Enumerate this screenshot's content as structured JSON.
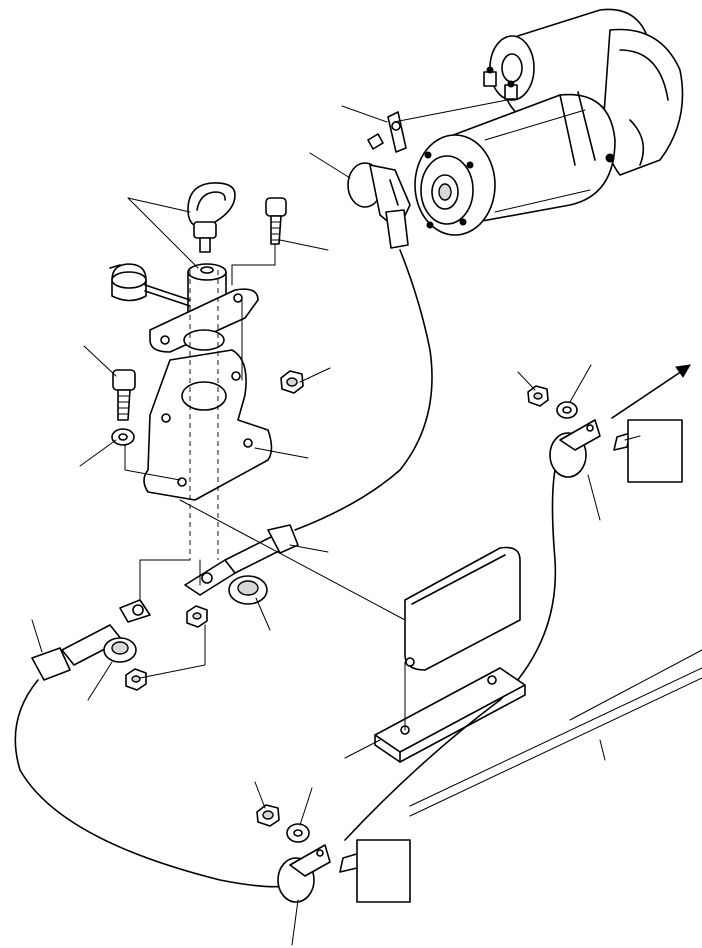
{
  "figure": {
    "kind": "exploded-parts-diagram",
    "background": "#ffffff",
    "line_color": "#000000",
    "printed_text": []
  },
  "parts": [
    {
      "name": "starter-motor"
    },
    {
      "name": "starter-terminal-bracket"
    },
    {
      "name": "terminal-boot"
    },
    {
      "name": "key"
    },
    {
      "name": "key-switch"
    },
    {
      "name": "dust-cap"
    },
    {
      "name": "switch-mounting-plate"
    },
    {
      "name": "mounting-bolt"
    },
    {
      "name": "mounting-bracket"
    },
    {
      "name": "nut"
    },
    {
      "name": "washer"
    },
    {
      "name": "cable-end-connector"
    },
    {
      "name": "battery-cable"
    },
    {
      "name": "cable-clamp"
    },
    {
      "name": "frame-stand-bracket"
    },
    {
      "name": "direction-arrow"
    }
  ]
}
